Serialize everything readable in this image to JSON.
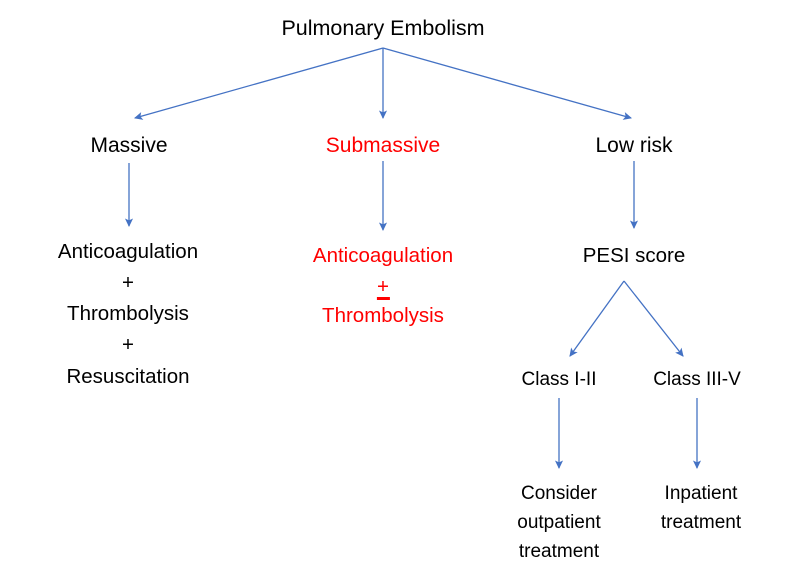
{
  "diagram": {
    "title": "Pulmonary Embolism",
    "colors": {
      "arrow": "#4472C4",
      "text_default": "#000000",
      "text_highlight": "#FF0000",
      "background": "#FFFFFF"
    },
    "nodes": {
      "root": {
        "label": "Pulmonary Embolism",
        "color": "#000000"
      },
      "massive": {
        "label": "Massive",
        "color": "#000000"
      },
      "submassive": {
        "label": "Submassive",
        "color": "#FF0000"
      },
      "low_risk": {
        "label": "Low risk",
        "color": "#000000"
      },
      "massive_treatment": {
        "line1": "Anticoagulation",
        "line2": "+",
        "line3": "Thrombolysis",
        "line4": "+",
        "line5": "Resuscitation",
        "color": "#000000"
      },
      "submassive_treatment": {
        "line1": "Anticoagulation",
        "line2": "±",
        "line3": "Thrombolysis",
        "color": "#FF0000"
      },
      "pesi_score": {
        "label": "PESI score",
        "color": "#000000"
      },
      "class_i_ii": {
        "label": "Class I-II",
        "color": "#000000"
      },
      "class_iii_v": {
        "label": "Class III-V",
        "color": "#000000"
      },
      "outpatient": {
        "line1": "Consider",
        "line2": "outpatient",
        "line3": "treatment",
        "color": "#000000"
      },
      "inpatient": {
        "line1": "Inpatient",
        "line2": "treatment",
        "color": "#000000"
      }
    }
  }
}
